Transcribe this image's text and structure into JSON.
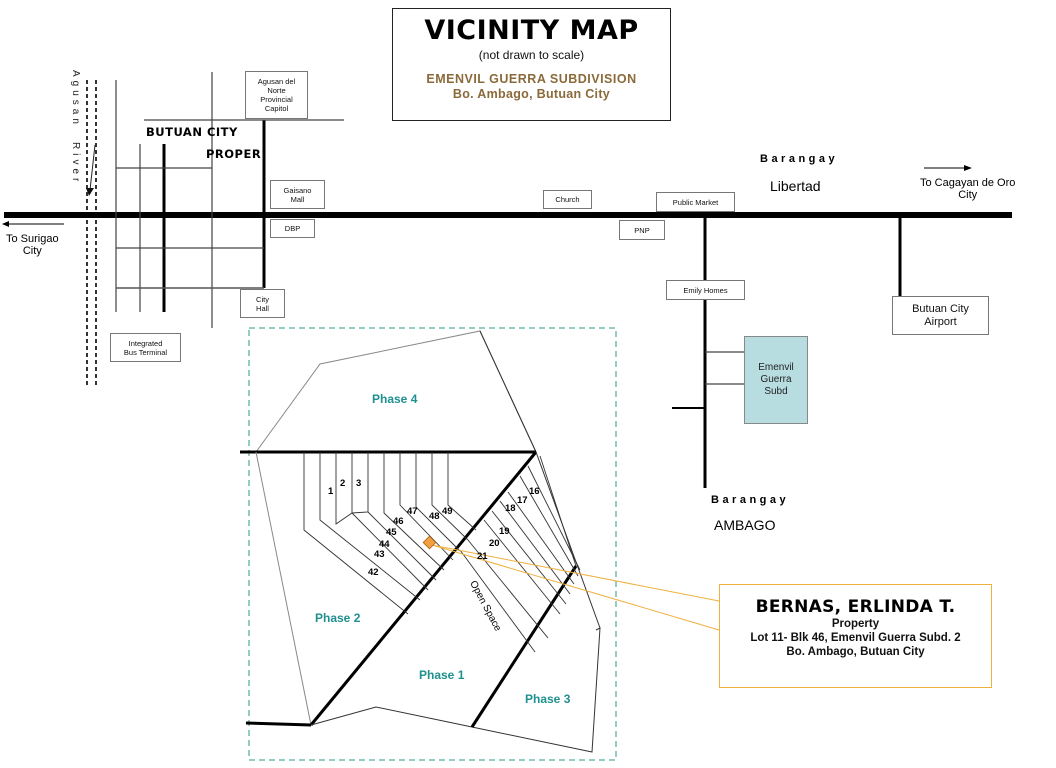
{
  "title": {
    "main": "VICINITY MAP",
    "note": "(not drawn to scale)",
    "subdivision": "EMENVIL GUERRA SUBDIVISION",
    "location": "Bo. Ambago, Butuan City"
  },
  "colors": {
    "title_accent": "#8a6a3a",
    "phase_label": "#1f9090",
    "subdivision_fill": "#b7dde0",
    "callout_border": "#f0b040",
    "property_marker": "#f0a040",
    "boundary_dash": "#2a9a8a"
  },
  "river": {
    "line1": "Agusan",
    "line2": "River"
  },
  "areas": {
    "city_proper_line1": "BUTUAN CITY",
    "city_proper_line2": "PROPER",
    "libertad_prefix": "Barangay",
    "libertad_name": "Libertad",
    "ambago_prefix": "Barangay",
    "ambago_name": "AMBAGO"
  },
  "directions": {
    "west": {
      "line1": "To Surigao",
      "line2": "City"
    },
    "east": {
      "line1": "To  Cagayan de Oro",
      "line2": "City"
    }
  },
  "landmarks": {
    "capitol": [
      "Agusan del",
      "Norte",
      "Provincial",
      "Capitol"
    ],
    "gaisano": [
      "Gaisano",
      "Mall"
    ],
    "dbp": "DBP",
    "city_hall": [
      "City",
      "Hall"
    ],
    "bus_terminal": [
      "Integrated",
      "Bus Terminal"
    ],
    "church": "Church",
    "public_market": "Public Market",
    "pnp": "PNP",
    "emily_homes": "Emily Homes",
    "airport": [
      "Butuan City",
      "Airport"
    ],
    "subdivision": [
      "Emenvil",
      "Guerra",
      "Subd"
    ]
  },
  "phases": {
    "phase1": "Phase 1",
    "phase2": "Phase 2",
    "phase3": "Phase 3",
    "phase4": "Phase 4",
    "open_space": "Open Space"
  },
  "lots": [
    "1",
    "2",
    "3",
    "47",
    "48",
    "49",
    "46",
    "45",
    "44",
    "43",
    "42",
    "16",
    "17",
    "18",
    "19",
    "20",
    "21"
  ],
  "callout": {
    "owner": "BERNAS, ERLINDA T.",
    "label": "Property",
    "lot": "Lot 11- Blk 46, Emenvil Guerra Subd. 2",
    "address": "Bo. Ambago, Butuan City"
  }
}
